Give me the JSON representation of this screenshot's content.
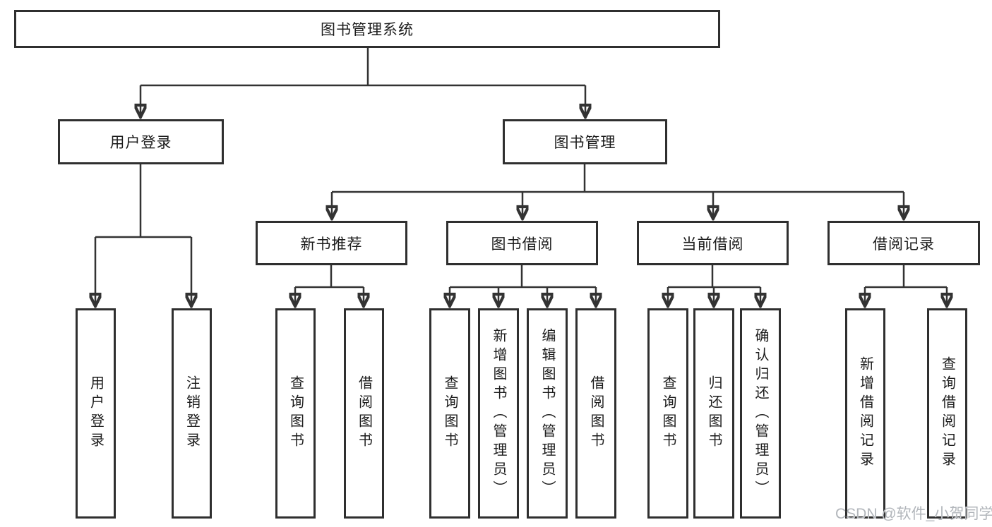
{
  "diagram": {
    "type": "hierarchy-tree",
    "colors": {
      "line": "#333333",
      "box_border": "#2f2f2f",
      "box_fill": "#ffffff",
      "text": "#1c1c1c",
      "background": "#ffffff",
      "watermark_text": "#b2b6bb"
    }
  },
  "tree": {
    "root": {
      "label": "图书管理系统",
      "children": [
        {
          "label": "用户登录",
          "children": [
            {
              "label": "用户登录"
            },
            {
              "label": "注销登录"
            }
          ]
        },
        {
          "label": "图书管理",
          "children": [
            {
              "label": "新书推荐",
              "children": [
                {
                  "label": "查询图书"
                },
                {
                  "label": "借阅图书"
                }
              ]
            },
            {
              "label": "图书借阅",
              "children": [
                {
                  "label": "查询图书"
                },
                {
                  "label": "新增图书（管理员）"
                },
                {
                  "label": "编辑图书（管理员）"
                },
                {
                  "label": "借阅图书"
                }
              ]
            },
            {
              "label": "当前借阅",
              "children": [
                {
                  "label": "查询图书"
                },
                {
                  "label": "归还图书"
                },
                {
                  "label": "确认归还（管理员）"
                }
              ]
            },
            {
              "label": "借阅记录",
              "children": [
                {
                  "label": "新增借阅记录"
                },
                {
                  "label": "查询借阅记录"
                }
              ]
            }
          ]
        }
      ]
    }
  },
  "watermark": "CSDN @软件_小贺同学"
}
